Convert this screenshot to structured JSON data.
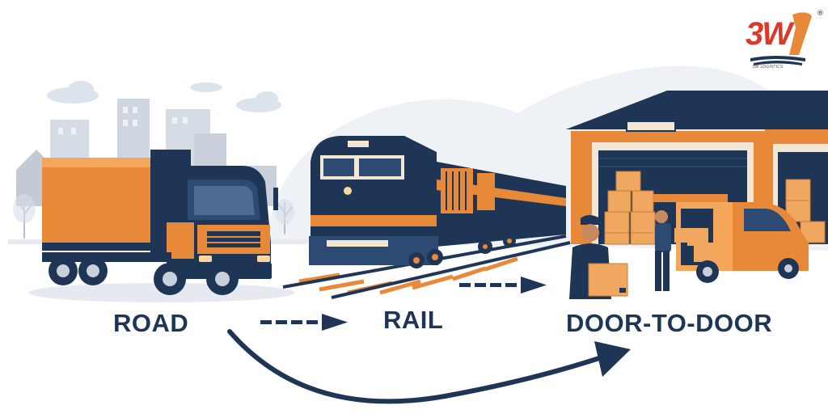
{
  "labels": {
    "road": "ROAD",
    "rail": "RAIL",
    "door_to_door": "DOOR-TO-DOOR"
  },
  "logo": {
    "text": "3W",
    "registered": "®",
    "tagline": "3W LOGISTICS"
  },
  "colors": {
    "navy": "#1f3556",
    "orange": "#e8893a",
    "light_orange": "#f4a65a",
    "sky_gray": "#e3e7ee",
    "building_gray": "#c9d0db",
    "logo_red": "#d83a2c"
  },
  "icons": [
    "truck-icon",
    "train-icon",
    "warehouse-icon",
    "delivery-van-icon",
    "worker-icon",
    "box-icon",
    "arrow-icon"
  ]
}
